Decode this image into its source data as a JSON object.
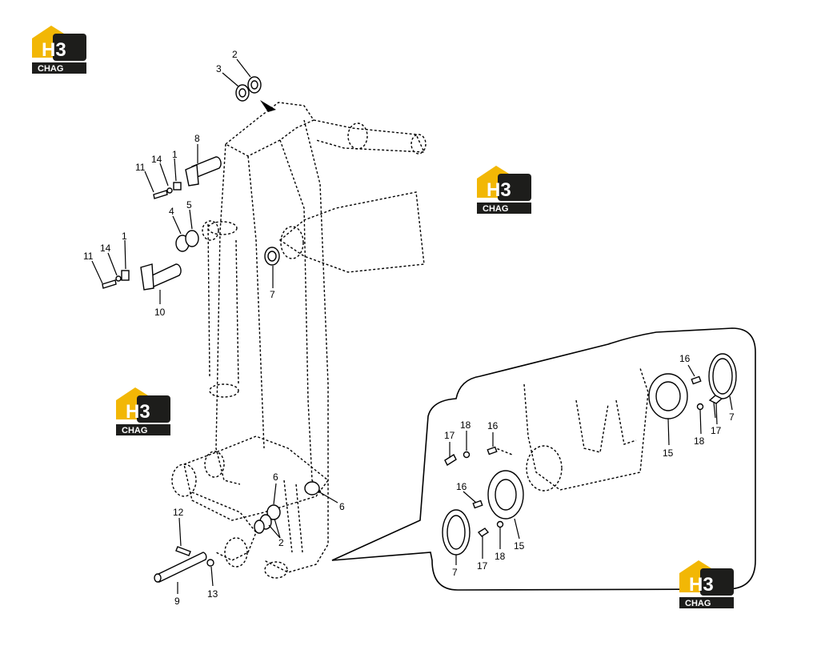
{
  "logo": {
    "mark": "H3",
    "text": "CHAG",
    "colors": {
      "yellow": "#f2b705",
      "dark": "#1d1d1b"
    }
  },
  "callouts": {
    "main": [
      "2",
      "3",
      "8",
      "11",
      "14",
      "1",
      "4",
      "5",
      "11",
      "14",
      "1",
      "10",
      "7",
      "6",
      "6",
      "2",
      "12",
      "9",
      "13"
    ],
    "detail": [
      "16",
      "7",
      "15",
      "18",
      "17",
      "18",
      "16",
      "17",
      "16",
      "15",
      "7",
      "17",
      "18"
    ]
  }
}
